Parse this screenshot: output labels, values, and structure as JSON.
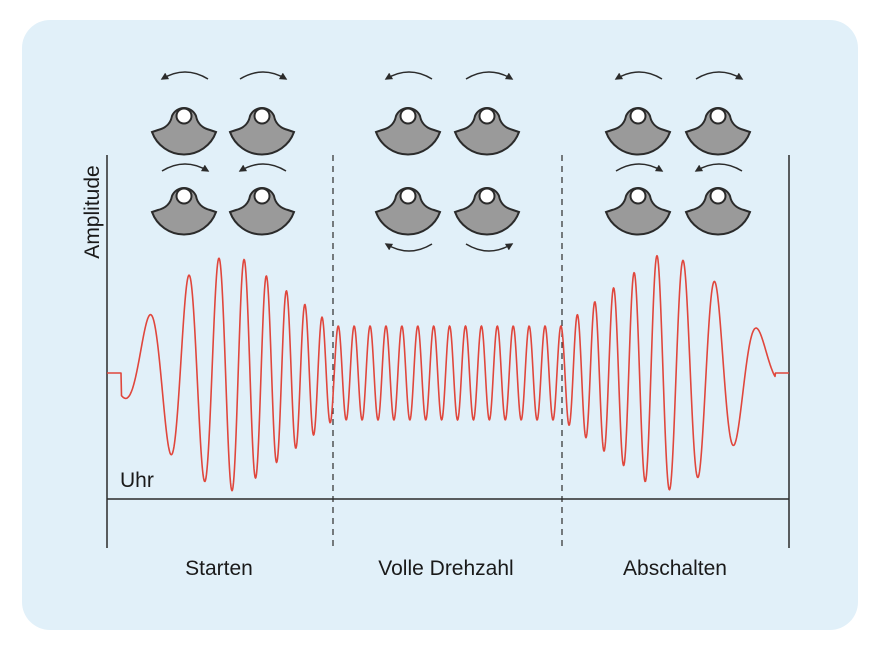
{
  "axis": {
    "y_label": "Amplitude",
    "x_label": "Uhr"
  },
  "phases": [
    {
      "label": "Starten"
    },
    {
      "label": "Volle Drehzahl"
    },
    {
      "label": "Abschalten"
    }
  ],
  "colors": {
    "background": "#e1f0f9",
    "signal": "#e0463c",
    "weight": "#9a9a9a",
    "outline": "#2b2b2b"
  },
  "icons": {
    "weight": "eccentric-weight-icon",
    "arrow": "rotation-arrow-icon"
  }
}
